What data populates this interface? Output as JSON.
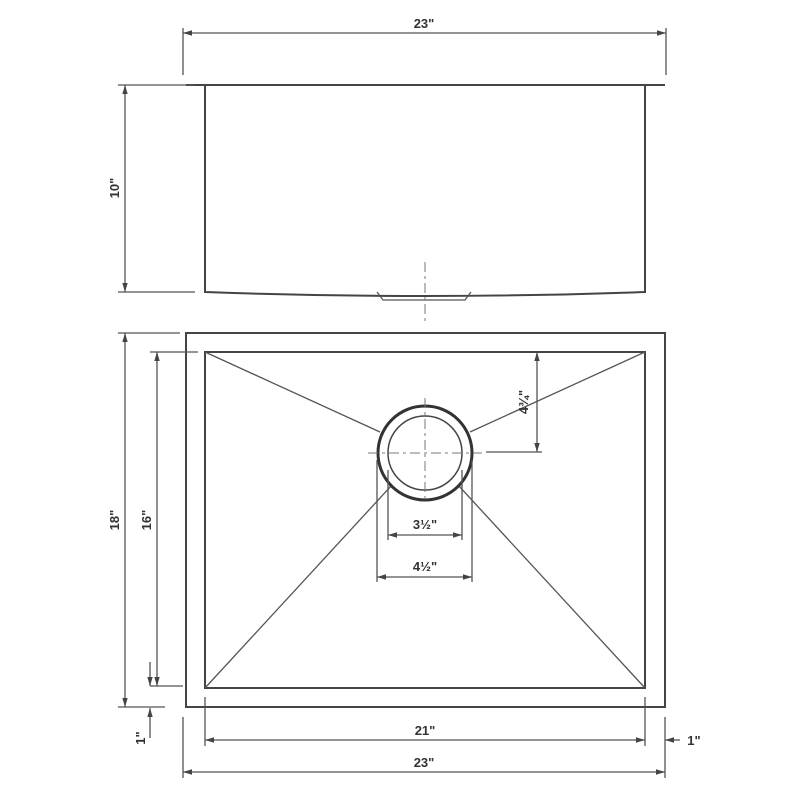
{
  "drawing": {
    "elevation": {
      "width_label": "23\"",
      "depth_label": "10\""
    },
    "plan": {
      "outer_length_label": "18\"",
      "inner_length_label": "16\"",
      "flange_side_label": "1\"",
      "inner_width_label": "21\"",
      "outer_width_label": "23\"",
      "flange_right_label": "1\"",
      "drain_offset_label": "4¾\"",
      "drain_inner_label": "3½\"",
      "drain_outer_label": "4½\""
    },
    "line_color": "#555555"
  }
}
